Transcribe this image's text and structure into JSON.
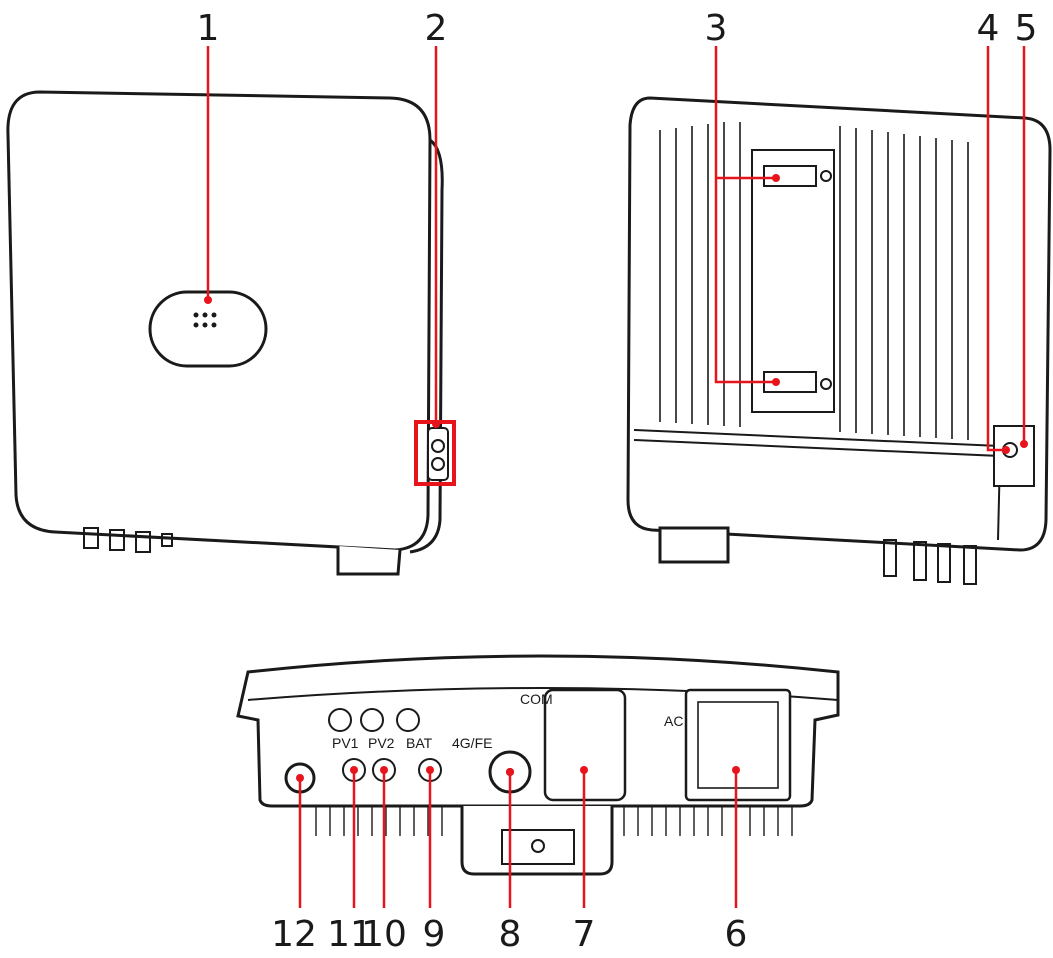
{
  "callouts": {
    "n1": "1",
    "n2": "2",
    "n3": "3",
    "n4": "4",
    "n5": "5",
    "n6": "6",
    "n7": "7",
    "n8": "8",
    "n9": "9",
    "n10": "10",
    "n11": "11",
    "n12": "12"
  },
  "port_labels": {
    "pv1": "PV1",
    "pv2": "PV2",
    "bat": "BAT",
    "fe": "4G/FE",
    "com": "COM",
    "ac": "AC"
  },
  "colors": {
    "callout": "#e8141c",
    "outline": "#1a1a1a",
    "fill": "#ffffff"
  }
}
